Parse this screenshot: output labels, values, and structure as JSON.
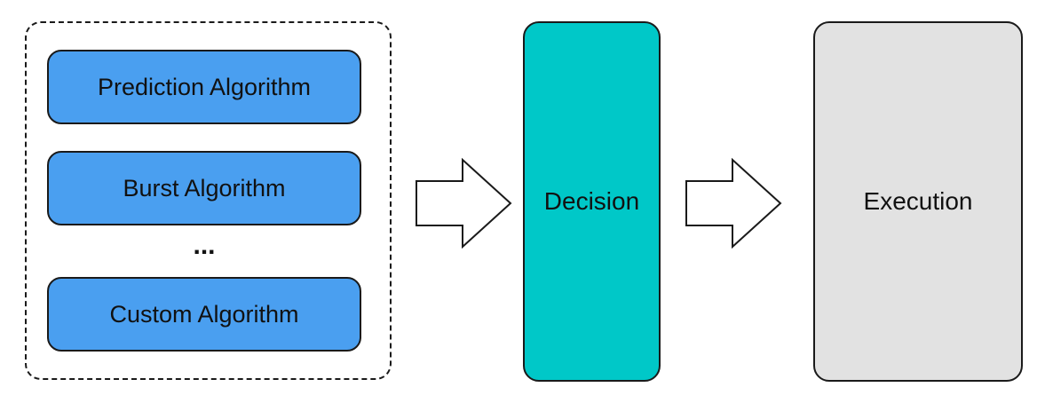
{
  "algorithms": {
    "items": [
      {
        "label": "Prediction Algorithm"
      },
      {
        "label": "Burst Algorithm"
      },
      {
        "label": "Custom Algorithm"
      }
    ],
    "ellipsis": "..."
  },
  "stages": {
    "decision": "Decision",
    "execution": "Execution"
  },
  "colors": {
    "algorithm_fill": "#4a9ff0",
    "decision_fill": "#00c8c8",
    "execution_fill": "#e2e2e2"
  }
}
